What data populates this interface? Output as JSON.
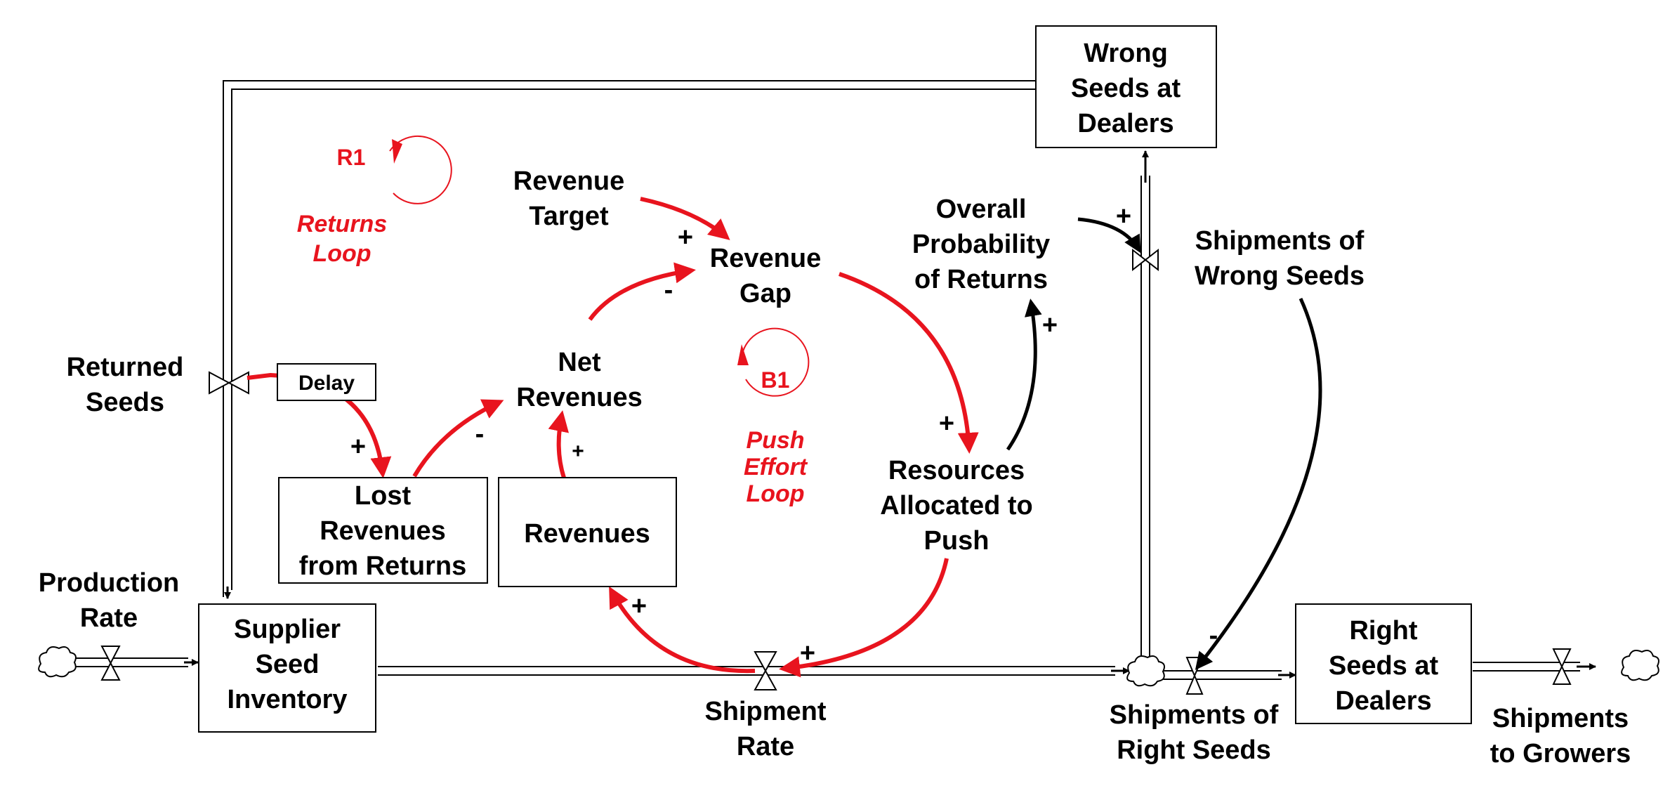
{
  "colors": {
    "reinforcing_balancing_links": "#e8141e",
    "default": "#000000"
  },
  "stocks": {
    "wrong_seeds": [
      "Wrong",
      "Seeds at",
      "Dealers"
    ],
    "supplier_inventory": [
      "Supplier",
      "Seed",
      "Inventory"
    ],
    "lost_revenues": [
      "Lost",
      "Revenues",
      "from Returns"
    ],
    "revenues": [
      "Revenues"
    ],
    "right_seeds": [
      "Right",
      "Seeds at",
      "Dealers"
    ]
  },
  "delay": "Delay",
  "variables": {
    "revenue_target": [
      "Revenue",
      "Target"
    ],
    "revenue_gap": [
      "Revenue",
      "Gap"
    ],
    "net_revenues": [
      "Net",
      "Revenues"
    ],
    "overall_probability": [
      "Overall",
      "Probability",
      "of Returns"
    ],
    "resources_push": [
      "Resources",
      "Allocated to",
      "Push"
    ]
  },
  "flows": {
    "returned_seeds": [
      "Returned",
      "Seeds"
    ],
    "production_rate": [
      "Production",
      "Rate"
    ],
    "shipment_rate": [
      "Shipment",
      "Rate"
    ],
    "shipments_wrong": [
      "Shipments of",
      "Wrong Seeds"
    ],
    "shipments_right": [
      "Shipments of",
      "Right Seeds"
    ],
    "shipments_growers": [
      "Shipments",
      "to Growers"
    ]
  },
  "loops": {
    "r1": {
      "id": "R1",
      "name": [
        "Returns",
        "Loop"
      ]
    },
    "b1": {
      "id": "B1",
      "name": [
        "Push",
        "Effort",
        "Loop"
      ]
    }
  },
  "polarities": {
    "target_to_gap": "+",
    "net_to_gap": "-",
    "gap_to_resources": "+",
    "resources_to_probability": "+",
    "probability_to_wrong": "+",
    "resources_to_shipment": "+",
    "shipment_to_revenues": "+",
    "revenues_to_net": "+",
    "lost_to_net": "-",
    "delay_to_lost": "+",
    "wrong_to_right": "-"
  }
}
